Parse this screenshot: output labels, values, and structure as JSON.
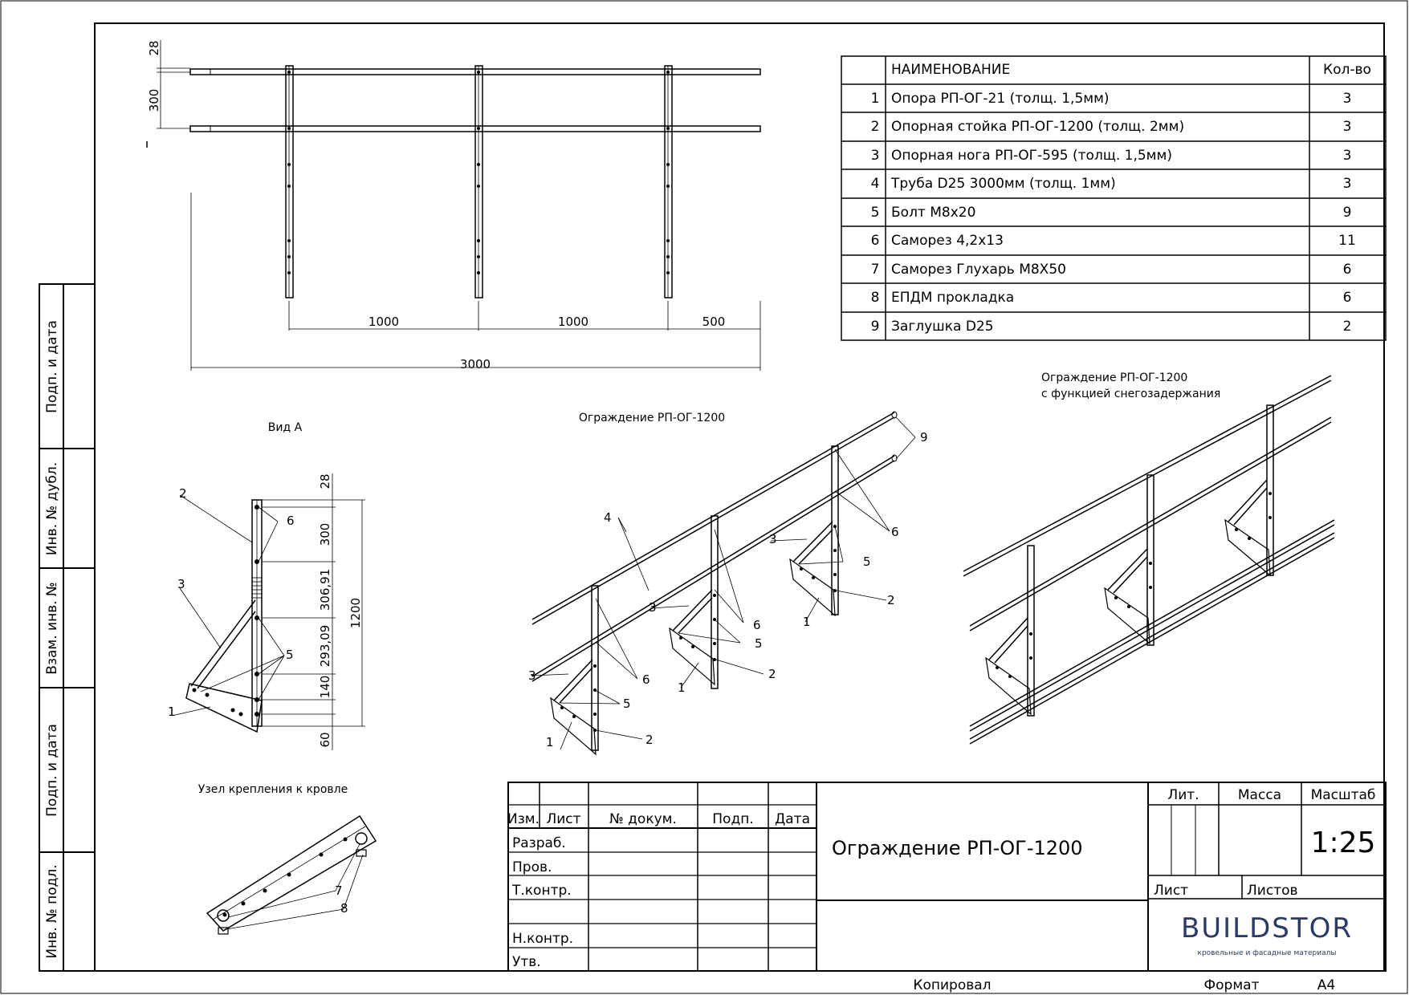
{
  "side_stamp": [
    "Подп. и дата",
    "Инв. № дубл.",
    "Взам. инв. №",
    "Подп. и дата",
    "Инв. № подл."
  ],
  "spec_table": {
    "headers": [
      "",
      "НАИМЕНОВАНИЕ",
      "Кол-во"
    ],
    "rows": [
      [
        "1",
        "Опора РП-ОГ-21 (толщ. 1,5мм)",
        "3"
      ],
      [
        "2",
        "Опорная стойка РП-ОГ-1200 (толщ. 2мм)",
        "3"
      ],
      [
        "3",
        "Опорная нога РП-ОГ-595 (толщ. 1,5мм)",
        "3"
      ],
      [
        "4",
        "Труба D25 3000мм (толщ. 1мм)",
        "3"
      ],
      [
        "5",
        "Болт М8х20",
        "9"
      ],
      [
        "6",
        "Саморез 4,2х13",
        "11"
      ],
      [
        "7",
        "Саморез Глухарь М8Х50",
        "6"
      ],
      [
        "8",
        "ЕПДМ прокладка",
        "6"
      ],
      [
        "9",
        "Заглушка D25",
        "2"
      ]
    ]
  },
  "front_view": {
    "dims": {
      "top": "28",
      "gap": "300",
      "span1": "1000",
      "span2": "1000",
      "span3": "500",
      "total": "3000"
    }
  },
  "view_a": {
    "caption": "Вид А",
    "dims": [
      "28",
      "300",
      "306,91",
      "293,09",
      "140",
      "60"
    ],
    "height": "1200",
    "callouts": [
      "2",
      "6",
      "3",
      "5",
      "1"
    ]
  },
  "iso1": {
    "caption": "Ограждение РП-ОГ-1200",
    "callouts": [
      "9",
      "4",
      "3",
      "6",
      "5",
      "2",
      "1",
      "3",
      "6",
      "5",
      "2",
      "1",
      "3",
      "6",
      "5",
      "2",
      "1"
    ]
  },
  "iso2": {
    "caption_1": "Ограждение РП-ОГ-1200",
    "caption_2": "с функцией снегозадержания"
  },
  "roof_node": {
    "caption": "Узел крепления к кровле",
    "callouts": [
      "7",
      "8"
    ]
  },
  "title_block": {
    "col_headers": [
      "Изм.",
      "Лист",
      "№ докум.",
      "Подп.",
      "Дата"
    ],
    "rows": [
      "Разраб.",
      "Пров.",
      "Т.контр.",
      "",
      "Н.контр.",
      "Утв."
    ],
    "title": "Ограждение РП-ОГ-1200",
    "lit": "Лит.",
    "mass": "Масса",
    "scale_label": "Масштаб",
    "scale": "1:25",
    "sheet": "Лист",
    "sheets": "Листов",
    "logo": "BUILDSTOR",
    "logo_sub": "кровельные и фасадные материалы"
  },
  "footer": {
    "copied": "Копировал",
    "format_label": "Формат",
    "format": "А4"
  },
  "colors": {
    "line": "#000000",
    "logo": "#2b3a67"
  }
}
